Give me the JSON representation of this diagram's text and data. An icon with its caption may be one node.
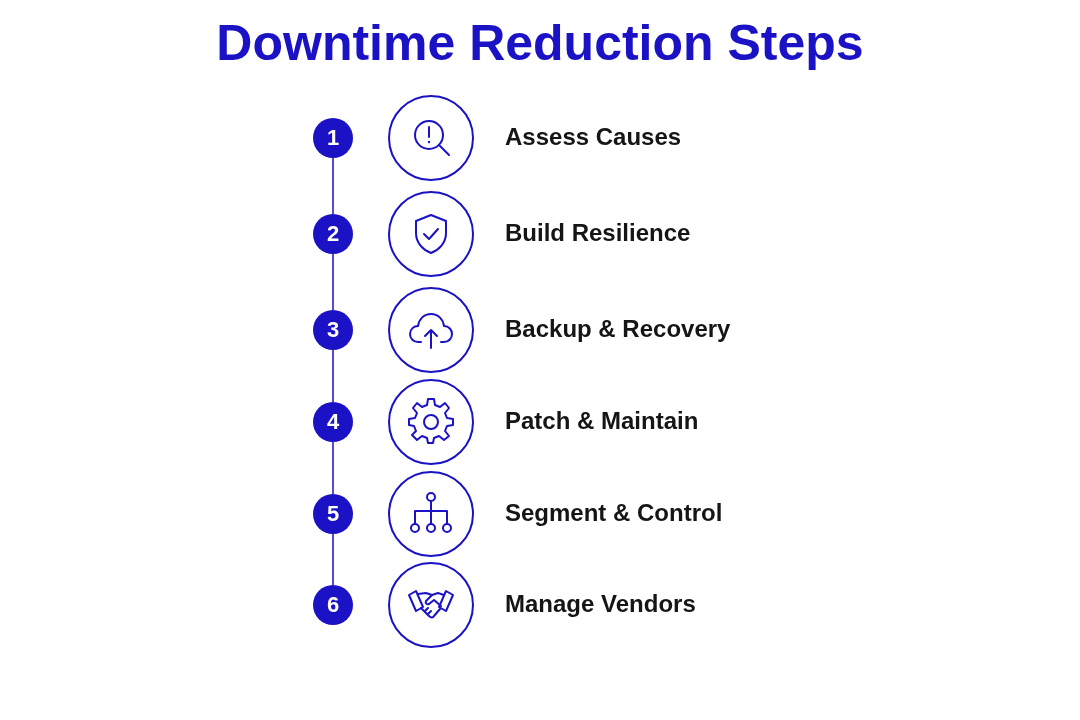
{
  "diagram": {
    "title": "Downtime Reduction Steps",
    "nodes": [
      {
        "text": [
          "1"
        ]
      },
      {
        "text": [
          "2"
        ]
      },
      {
        "text": [
          "3"
        ]
      },
      {
        "text": [
          "4"
        ]
      },
      {
        "text": [
          "5"
        ]
      },
      {
        "text": [
          "6"
        ]
      }
    ],
    "edges": [
      {
        "from": 0,
        "to": 1,
        "arrow": "none"
      },
      {
        "from": 1,
        "to": 2,
        "arrow": "none"
      },
      {
        "from": 2,
        "to": 3,
        "arrow": "none"
      },
      {
        "from": 3,
        "to": 4,
        "arrow": "none"
      },
      {
        "from": 4,
        "to": 5,
        "arrow": "none"
      }
    ],
    "labels": [
      "Assess Causes",
      "Build Resilience",
      "Backup & Recovery",
      "Patch & Maintain",
      "Segment & Control",
      "Manage Vendors"
    ]
  }
}
